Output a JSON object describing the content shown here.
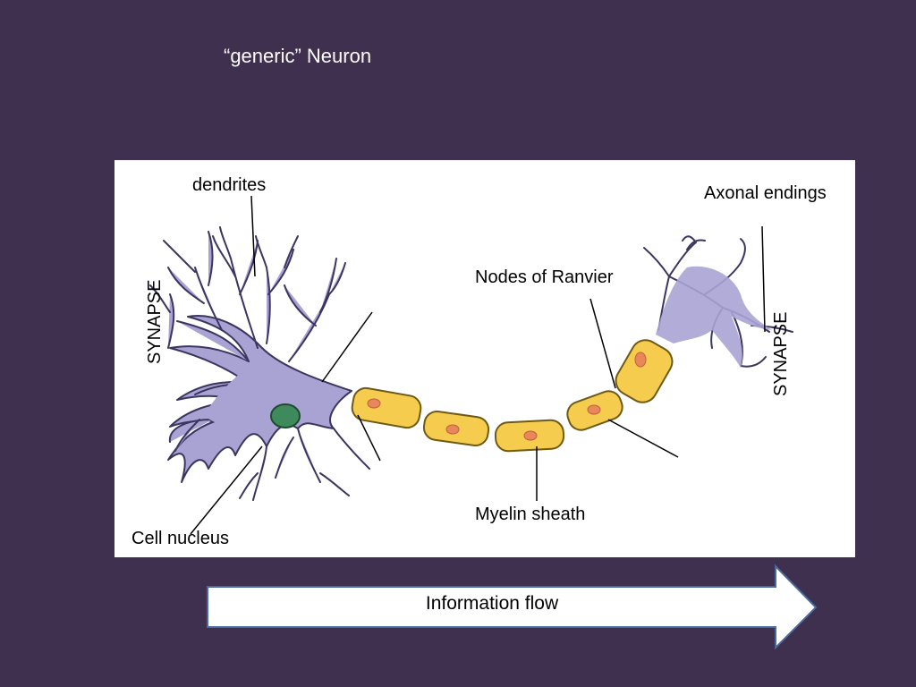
{
  "slide": {
    "title": "“generic” Neuron"
  },
  "diagram": {
    "labels": {
      "dendrites": "dendrites",
      "axonal_endings": "Axonal endings",
      "nodes_of_ranvier": "Nodes of Ranvier",
      "myelin_sheath": "Myelin sheath",
      "cell_nucleus": "Cell nucleus",
      "synapse_left": "SYNAPSE",
      "synapse_right": "SYNAPSE"
    },
    "colors": {
      "cell_body": "#a9a3d4",
      "cell_outline": "#3b3560",
      "nucleus": "#3f8a5c",
      "myelin": "#f5cc4e",
      "myelin_outline": "#6e5a14",
      "myelin_nucleus": "#e8875a"
    }
  },
  "flow": {
    "label": "Information flow"
  }
}
